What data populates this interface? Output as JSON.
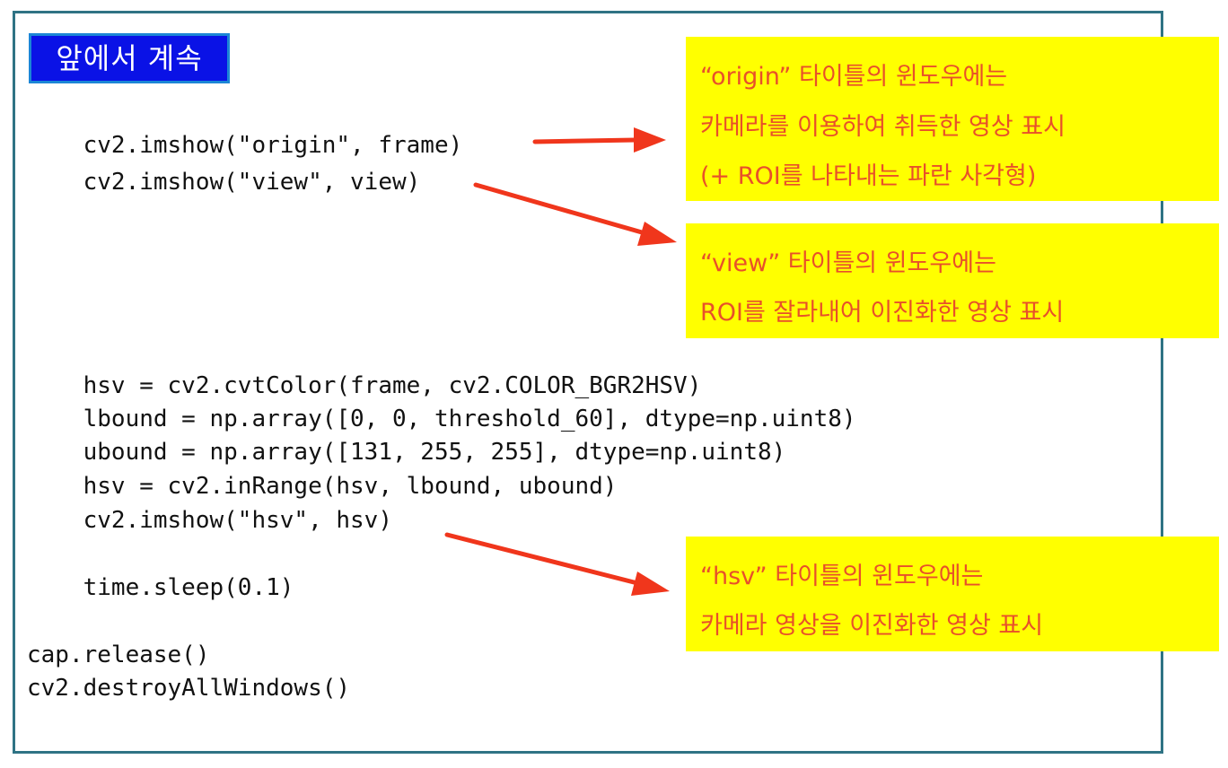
{
  "title_badge": "앞에서 계속",
  "code": {
    "lines": [
      "    cv2.imshow(\"origin\", frame)",
      "    cv2.imshow(\"view\", view)",
      "    hsv = cv2.cvtColor(frame, cv2.COLOR_BGR2HSV)",
      "    lbound = np.array([0, 0, threshold_60], dtype=np.uint8)",
      "    ubound = np.array([131, 255, 255], dtype=np.uint8)",
      "    hsv = cv2.inRange(hsv, lbound, ubound)",
      "    cv2.imshow(\"hsv\", hsv)",
      "    time.sleep(0.1)",
      "cap.release()",
      "cv2.destroyAllWindows()"
    ]
  },
  "notes": {
    "origin": [
      "“origin” 타이틀의 윈도우에는",
      "카메라를 이용하여 취득한 영상 표시",
      "(+ ROI를 나타내는 파란 사각형)"
    ],
    "view": [
      "“view” 타이틀의 윈도우에는",
      "ROI를 잘라내어 이진화한 영상 표시"
    ],
    "hsv": [
      "“hsv” 타이틀의 윈도우에는",
      "카메라 영상을 이진화한 영상 표시"
    ]
  },
  "colors": {
    "frame_border": "#2f7384",
    "badge_bg": "#0a12e6",
    "note_bg": "#ffff00",
    "note_text": "#e8502a",
    "arrow": "#f0361c"
  }
}
